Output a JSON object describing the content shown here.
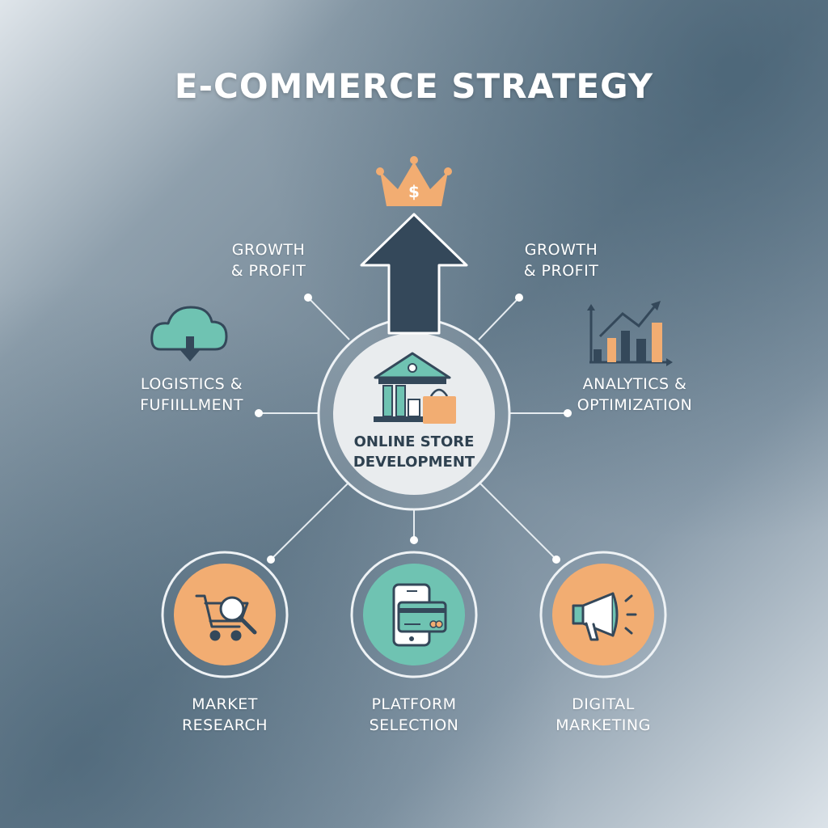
{
  "title": "E-COMMERCE STRATEGY",
  "center": {
    "label": "ONLINE STORE\nDEVELOPMENT"
  },
  "nodes": {
    "growth_left": "GROWTH\n& PROFIT",
    "growth_right": "GROWTH\n& PROFIT",
    "logistics": "LOGISTICS &\nFUFIILLMENT",
    "analytics": "ANALYTICS &\nOPTIMIZATION",
    "market_research": "MARKET\nRESEARCH",
    "platform_selection": "PLATFORM\nSELECTION",
    "digital_marketing": "DIGITAL\nMARKETING"
  },
  "colors": {
    "accent_orange": "#f2ad72",
    "accent_teal": "#6fc3b2",
    "dark_slate": "#2e4150",
    "line": "#e6ecf0"
  },
  "icons": [
    "crown-dollar-icon",
    "up-arrow-icon",
    "cloud-download-icon",
    "bar-chart-trend-icon",
    "bank-building-icon",
    "shopping-bag-icon",
    "cart-search-icon",
    "phone-card-icon",
    "megaphone-icon"
  ]
}
